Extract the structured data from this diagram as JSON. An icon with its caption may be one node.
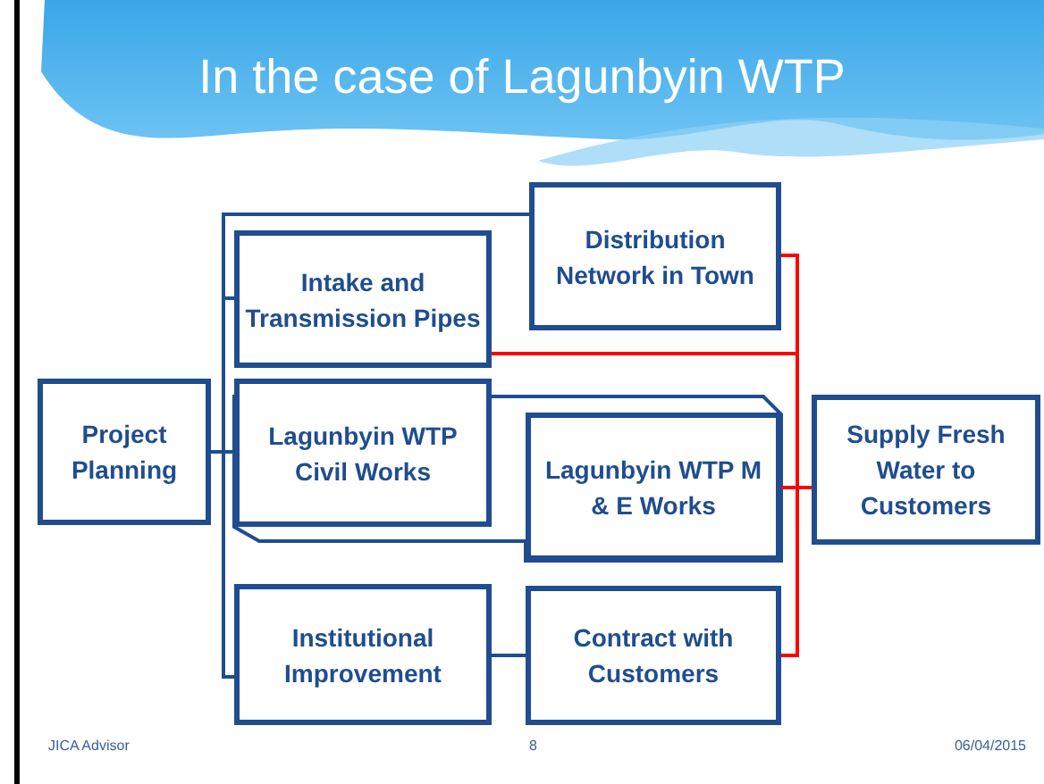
{
  "diagram": {
    "title": "In the case of Lagunbyin WTP",
    "nodes": [
      {
        "text": [
          "Project Planning"
        ]
      },
      {
        "text": [
          "Intake and Transmission Pipes"
        ]
      },
      {
        "text": [
          "Lagunbyin WTP Civil Works"
        ]
      },
      {
        "text": [
          "Institutional Improvement"
        ]
      },
      {
        "text": [
          "Distribution Network in Town"
        ]
      },
      {
        "text": [
          "Lagunbyin WTP M & E Works"
        ]
      },
      {
        "text": [
          "Contract with Customers"
        ]
      },
      {
        "text": [
          "Supply Fresh Water to Customers"
        ]
      }
    ],
    "edges": [
      {
        "from": 0,
        "to": 1,
        "arrow": "none"
      },
      {
        "from": 0,
        "to": 2,
        "arrow": "none"
      },
      {
        "from": 0,
        "to": 3,
        "arrow": "none"
      },
      {
        "from": 0,
        "to": 4,
        "arrow": "none"
      },
      {
        "from": 3,
        "to": 6,
        "arrow": "none"
      },
      {
        "from": 1,
        "to": 7,
        "arrow": "none",
        "color": "#ff0000"
      },
      {
        "from": 4,
        "to": 7,
        "arrow": "none",
        "color": "#ff0000"
      },
      {
        "from": 5,
        "to": 7,
        "arrow": "none",
        "color": "#ff0000"
      },
      {
        "from": 6,
        "to": 7,
        "arrow": "none",
        "color": "#ff0000"
      }
    ],
    "labels": [
      "JICA Advisor",
      "8",
      "06/04/2015"
    ]
  }
}
